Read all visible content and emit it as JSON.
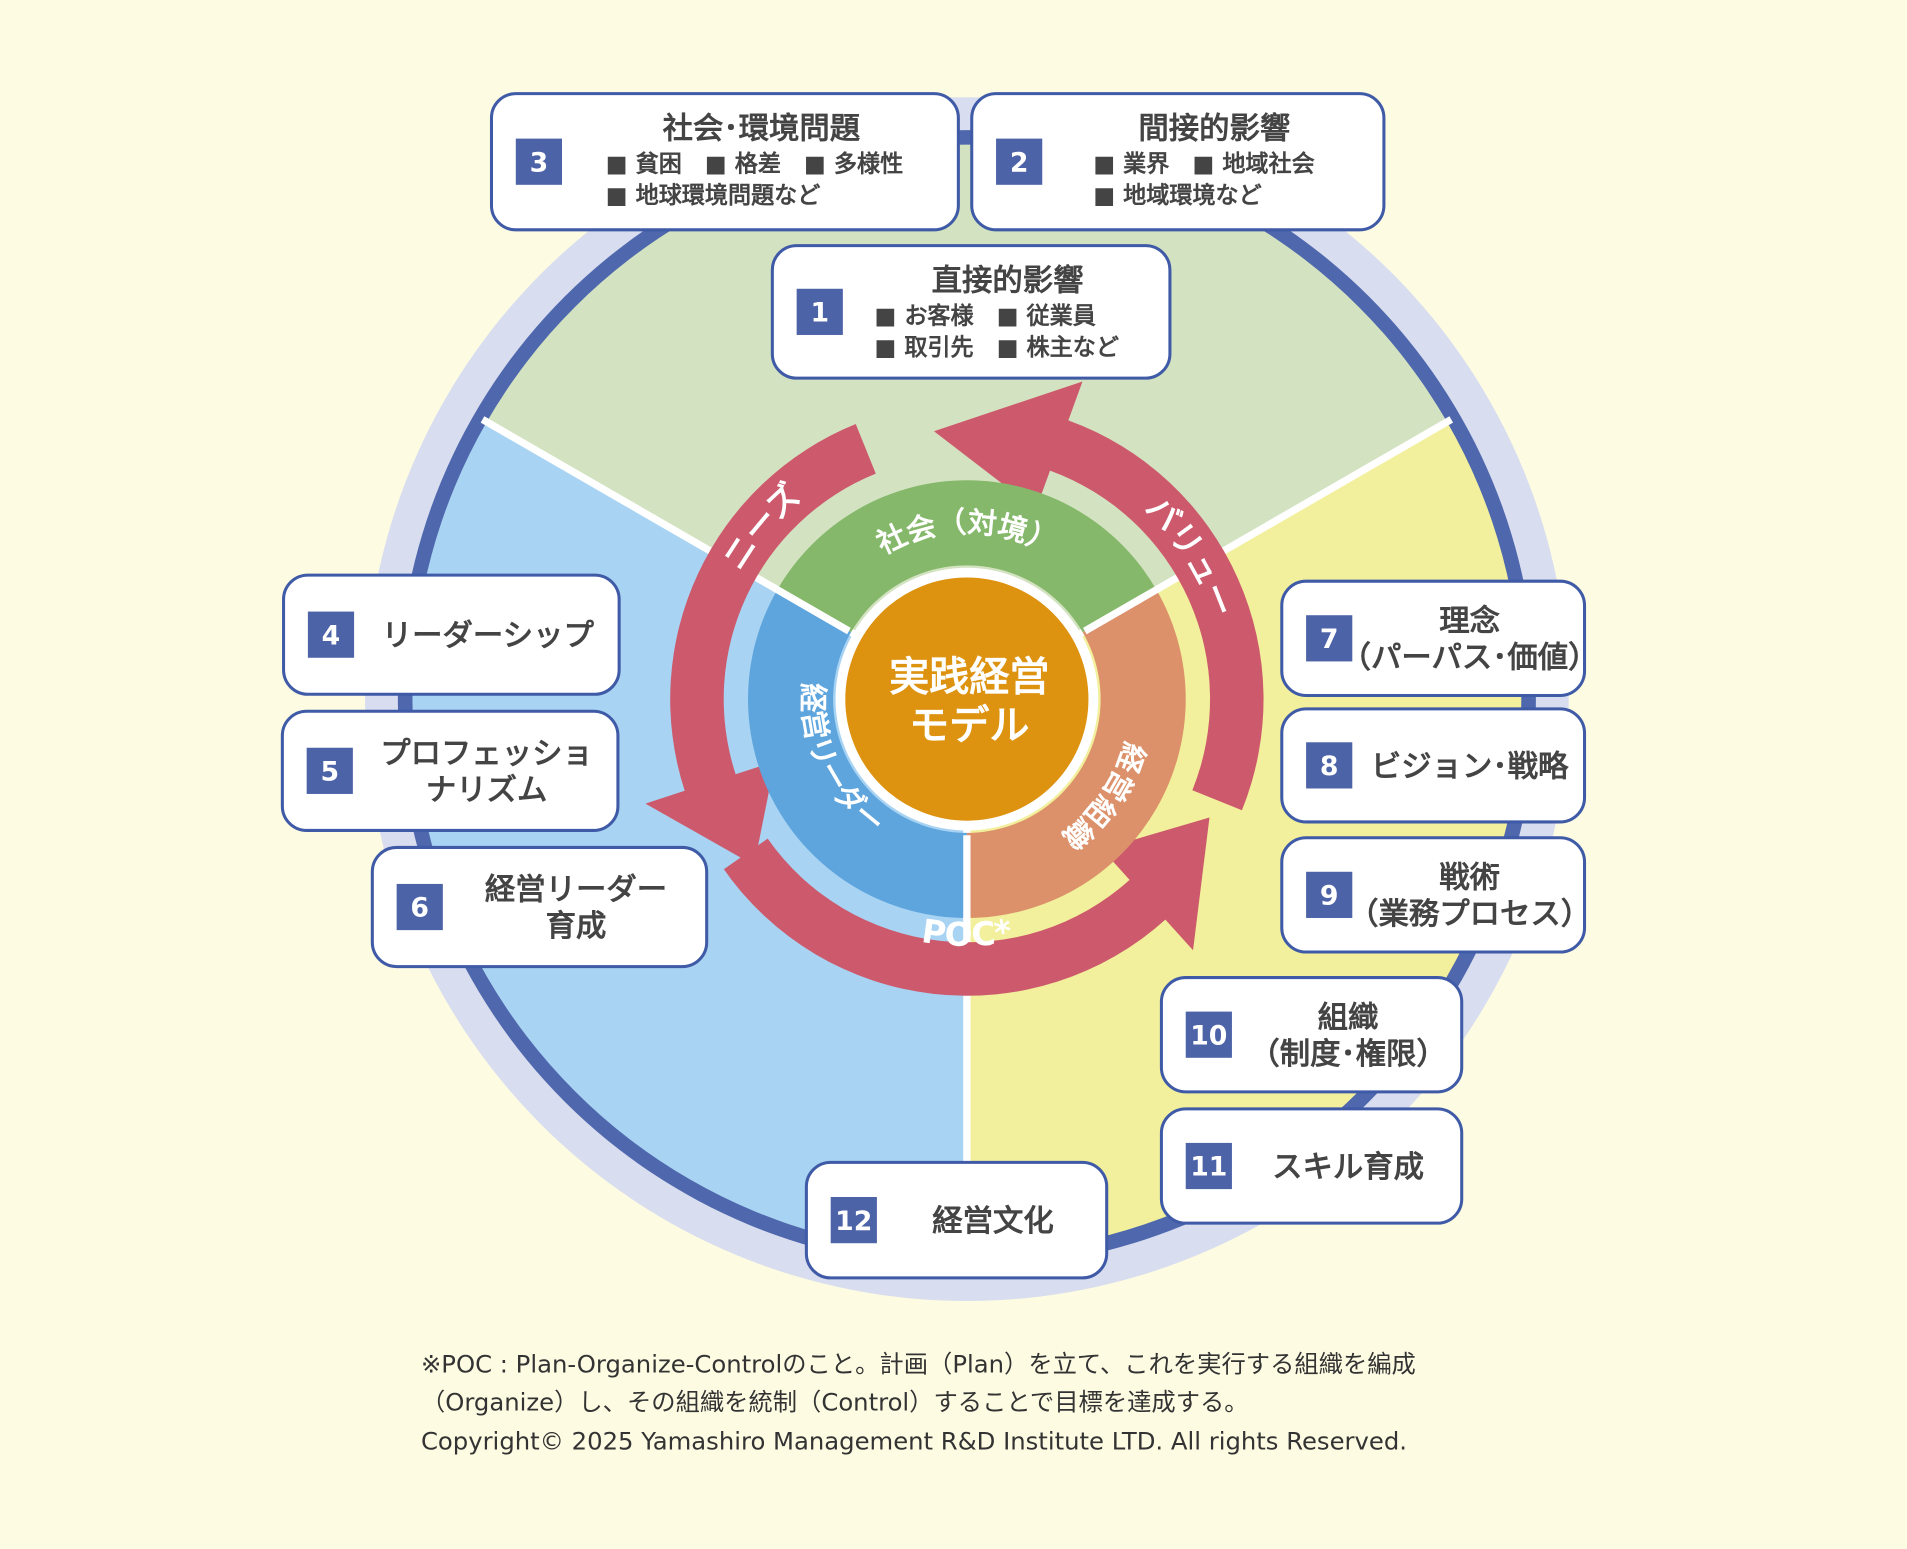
{
  "center": {
    "line1": "実践経営",
    "line2": "モデル"
  },
  "inner_ring": {
    "top": "社会（対境）",
    "left": "経営リーダー",
    "right": "経営組織"
  },
  "arrows": {
    "needs": "ニーズ",
    "value": "バリュー",
    "poc": "POC*"
  },
  "boxes": [
    {
      "num": "1",
      "title": [
        "直接的影響"
      ],
      "items": [
        "■ お客様　■ 従業員",
        "■ 取引先　■ 株主など"
      ]
    },
    {
      "num": "2",
      "title": [
        "間接的影響"
      ],
      "items": [
        "■ 業界　■ 地域社会",
        "■ 地域環境など"
      ]
    },
    {
      "num": "3",
      "title": [
        "社会･環境問題"
      ],
      "items": [
        "■ 貧困　■ 格差　■ 多様性",
        "■ 地球環境問題など"
      ]
    },
    {
      "num": "4",
      "title": [
        "リーダーシップ"
      ],
      "items": []
    },
    {
      "num": "5",
      "title": [
        "プロフェッショ",
        "ナリズム"
      ],
      "items": []
    },
    {
      "num": "6",
      "title": [
        "経営リーダー",
        "育成"
      ],
      "items": []
    },
    {
      "num": "7",
      "title": [
        "理念",
        "（パーパス･価値）"
      ],
      "items": []
    },
    {
      "num": "8",
      "title": [
        "ビジョン･戦略"
      ],
      "items": []
    },
    {
      "num": "9",
      "title": [
        "戦術",
        "（業務プロセス）"
      ],
      "items": []
    },
    {
      "num": "10",
      "title": [
        "組織",
        "（制度･権限）"
      ],
      "items": []
    },
    {
      "num": "11",
      "title": [
        "スキル育成"
      ],
      "items": []
    },
    {
      "num": "12",
      "title": [
        "経営文化"
      ],
      "items": []
    }
  ],
  "footnote": {
    "line1": "※POC : Plan-Organize-Controlのこと。計画（Plan）を立て、これを実行する組織を編成",
    "line2": "（Organize）し、その組織を統制（Control）することで目標を達成する。",
    "line3": "Copyright© 2025 Yamashiro Management R&D Institute LTD. All rights Reserved."
  },
  "colors": {
    "background": "#fdfbe2",
    "outer_ring": "#d8ddef",
    "ring": "#4f67ad",
    "sector_green": "#d3e3c1",
    "sector_blue": "#a8d3f2",
    "sector_yellow": "#f2f09c",
    "arrow_red": "#cd5a6c",
    "inner_green": "#85b86a",
    "inner_blue": "#5ea5de",
    "inner_orange": "#dc916a",
    "center": "#dd930f",
    "badge": "#4d63a8"
  }
}
